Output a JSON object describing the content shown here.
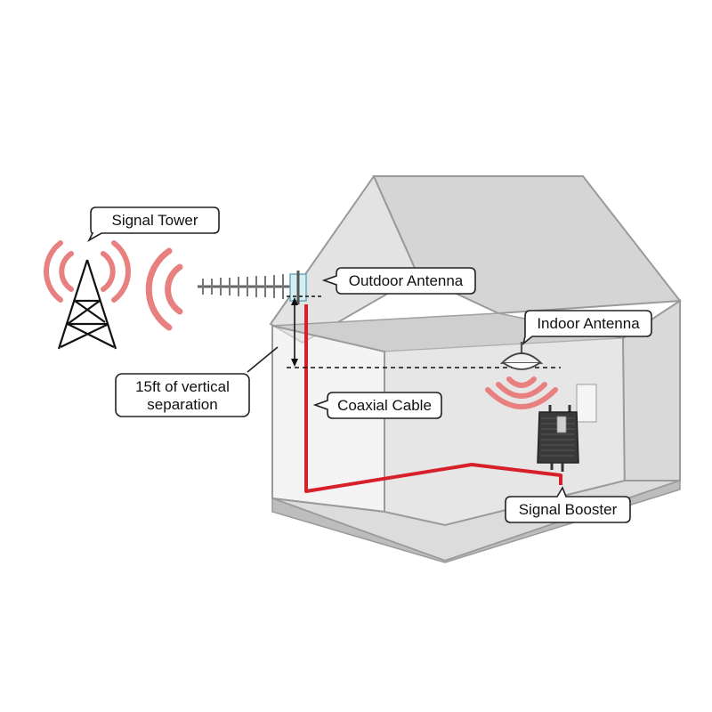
{
  "labels": {
    "signal_tower": "Signal Tower",
    "outdoor_antenna": "Outdoor Antenna",
    "indoor_antenna": "Indoor Antenna",
    "vertical_separation_line1": "15ft of vertical",
    "vertical_separation_line2": "separation",
    "coaxial_cable": "Coaxial Cable",
    "signal_booster": "Signal Booster"
  },
  "colors": {
    "cable": "#d8202a",
    "signal_wave": "#e88080",
    "house_fill": "#dcdcdc",
    "house_stroke": "#9a9a9a"
  }
}
